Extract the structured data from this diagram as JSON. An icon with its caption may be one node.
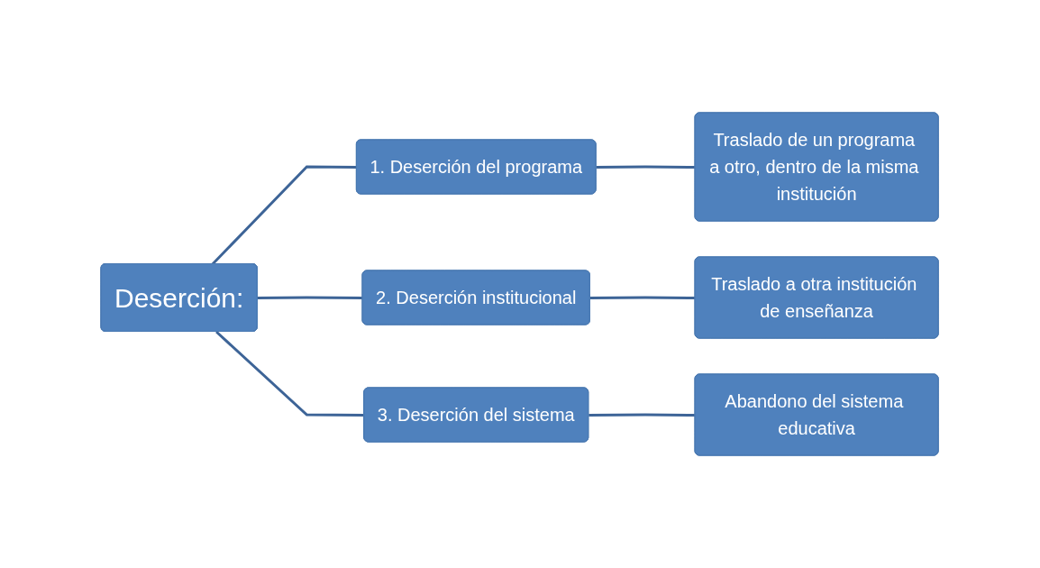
{
  "diagram": {
    "nodes": [
      {
        "text": [
          "Deserción:"
        ]
      },
      {
        "text": [
          "1. Deserción del programa"
        ]
      },
      {
        "text": [
          "Traslado de un programa a otro, dentro de la misma institución"
        ]
      },
      {
        "text": [
          "2. Deserción institucional"
        ]
      },
      {
        "text": [
          "Traslado a otra institución de enseñanza"
        ]
      },
      {
        "text": [
          "3. Deserción del sistema"
        ]
      },
      {
        "text": [
          "Abandono del sistema educativa"
        ]
      }
    ],
    "edges": [
      {
        "from": 0,
        "to": 1,
        "arrow": "none"
      },
      {
        "from": 0,
        "to": 3,
        "arrow": "none"
      },
      {
        "from": 0,
        "to": 5,
        "arrow": "none"
      },
      {
        "from": 1,
        "to": 2,
        "arrow": "none"
      },
      {
        "from": 3,
        "to": 4,
        "arrow": "none"
      },
      {
        "from": 5,
        "to": 6,
        "arrow": "none"
      }
    ]
  }
}
